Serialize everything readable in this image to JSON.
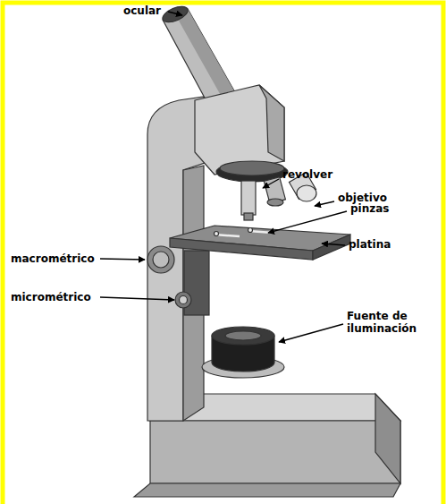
{
  "diagram": {
    "labels": [
      "ocular",
      "revolver",
      "objetivo",
      "pinzas",
      "platina",
      "macrométrico",
      "micrométrico",
      "Fuente de iluminación"
    ]
  }
}
